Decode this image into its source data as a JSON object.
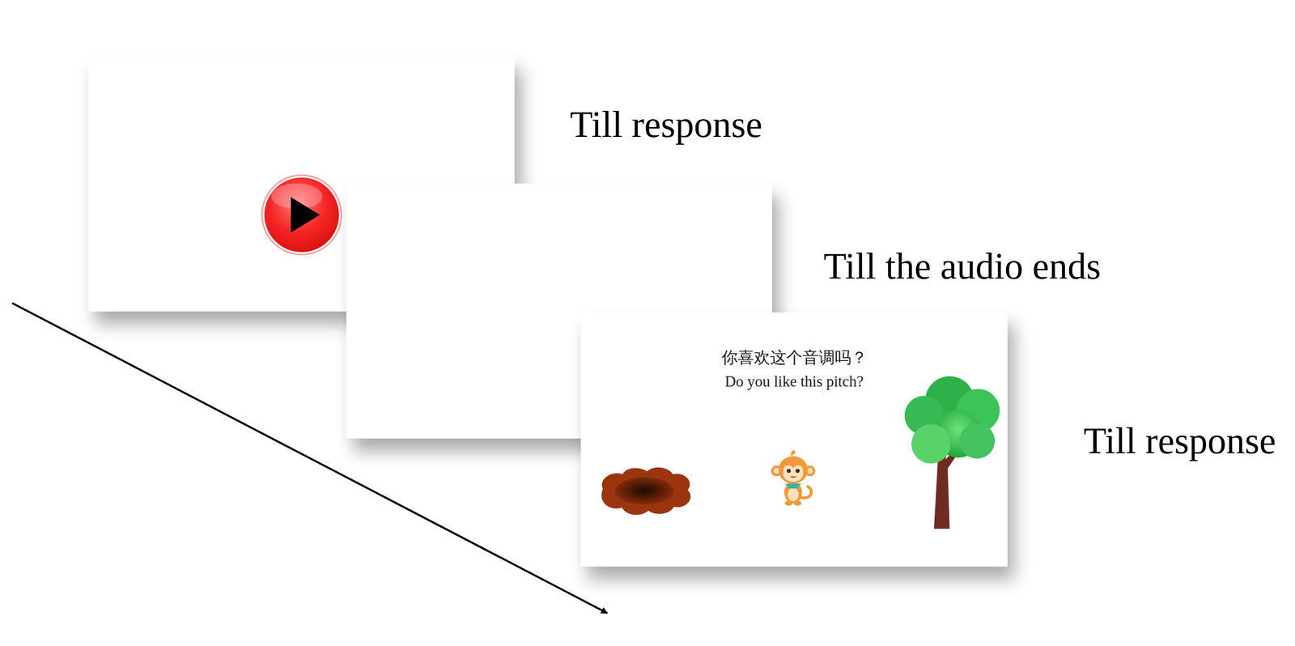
{
  "diagram": {
    "nodes": [
      {
        "text": [
          "你喜欢这个音调吗？",
          "Do you like this pitch?"
        ]
      }
    ],
    "labels": [
      "Till response",
      "Till the audio ends",
      "Till response"
    ]
  }
}
